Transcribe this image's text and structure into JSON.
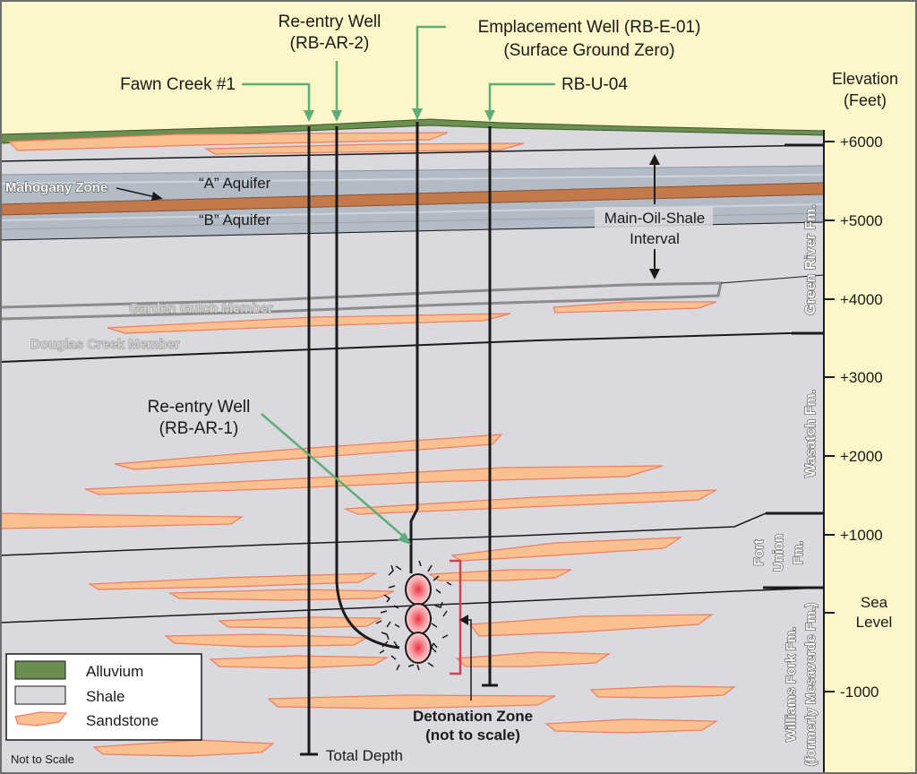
{
  "wells": {
    "fawn_creek": "Fawn Creek #1",
    "reentry_ar2_line1": "Re-entry Well",
    "reentry_ar2_line2": "(RB-AR-2)",
    "emplacement_line1": "Emplacement Well (RB-E-01)",
    "emplacement_line2": "(Surface Ground Zero)",
    "rbu04": "RB-U-04",
    "reentry_ar1_line1": "Re-entry Well",
    "reentry_ar1_line2": "(RB-AR-1)",
    "total_depth": "Total Depth"
  },
  "elevation": {
    "title_line1": "Elevation",
    "title_line2": "(Feet)",
    "ticks": [
      "+6000",
      "+5000",
      "+4000",
      "+3000",
      "+2000",
      "+1000",
      "Sea",
      "Level",
      "-1000"
    ]
  },
  "formations": {
    "green_river": "Green River Fm.",
    "wasatch": "Wasatch Fm.",
    "fort_union_1": "Fort",
    "fort_union_2": "Union",
    "fort_union_3": "Fm.",
    "williams_fork_1": "Williams Fork Fm.",
    "williams_fork_2": "(formerly Mesaverde Fm.)"
  },
  "zones": {
    "mahogany": "Mahogany Zone",
    "a_aquifer": "“A” Aquifer",
    "b_aquifer": "“B” Aquifer",
    "main_oil_1": "Main-Oil-Shale",
    "main_oil_2": "Interval",
    "garden_gulch": "Garden Gulch Member",
    "douglas_creek": "Douglas Creek Member"
  },
  "detonation": {
    "line1": "Detonation Zone",
    "line2": "(not to scale)"
  },
  "legend": {
    "items": [
      {
        "label": "Alluvium",
        "color": "#6b8f4e"
      },
      {
        "label": "Shale",
        "color": "#d9d9de"
      },
      {
        "label": "Sandstone",
        "color": "#fbc08f"
      }
    ]
  },
  "footer": {
    "not_to_scale": "Not to Scale"
  },
  "colors": {
    "sky": "#fdf6c8",
    "shale": "#d9d9de",
    "aquifer": "#b3bcc6",
    "mahogany": "#c4794a",
    "alluvium": "#6b8f4e",
    "sandstone": "#fbc08f",
    "sandstone_edge": "#ee7d62",
    "callout": "#5cae76",
    "bracket": "#d6404a"
  }
}
